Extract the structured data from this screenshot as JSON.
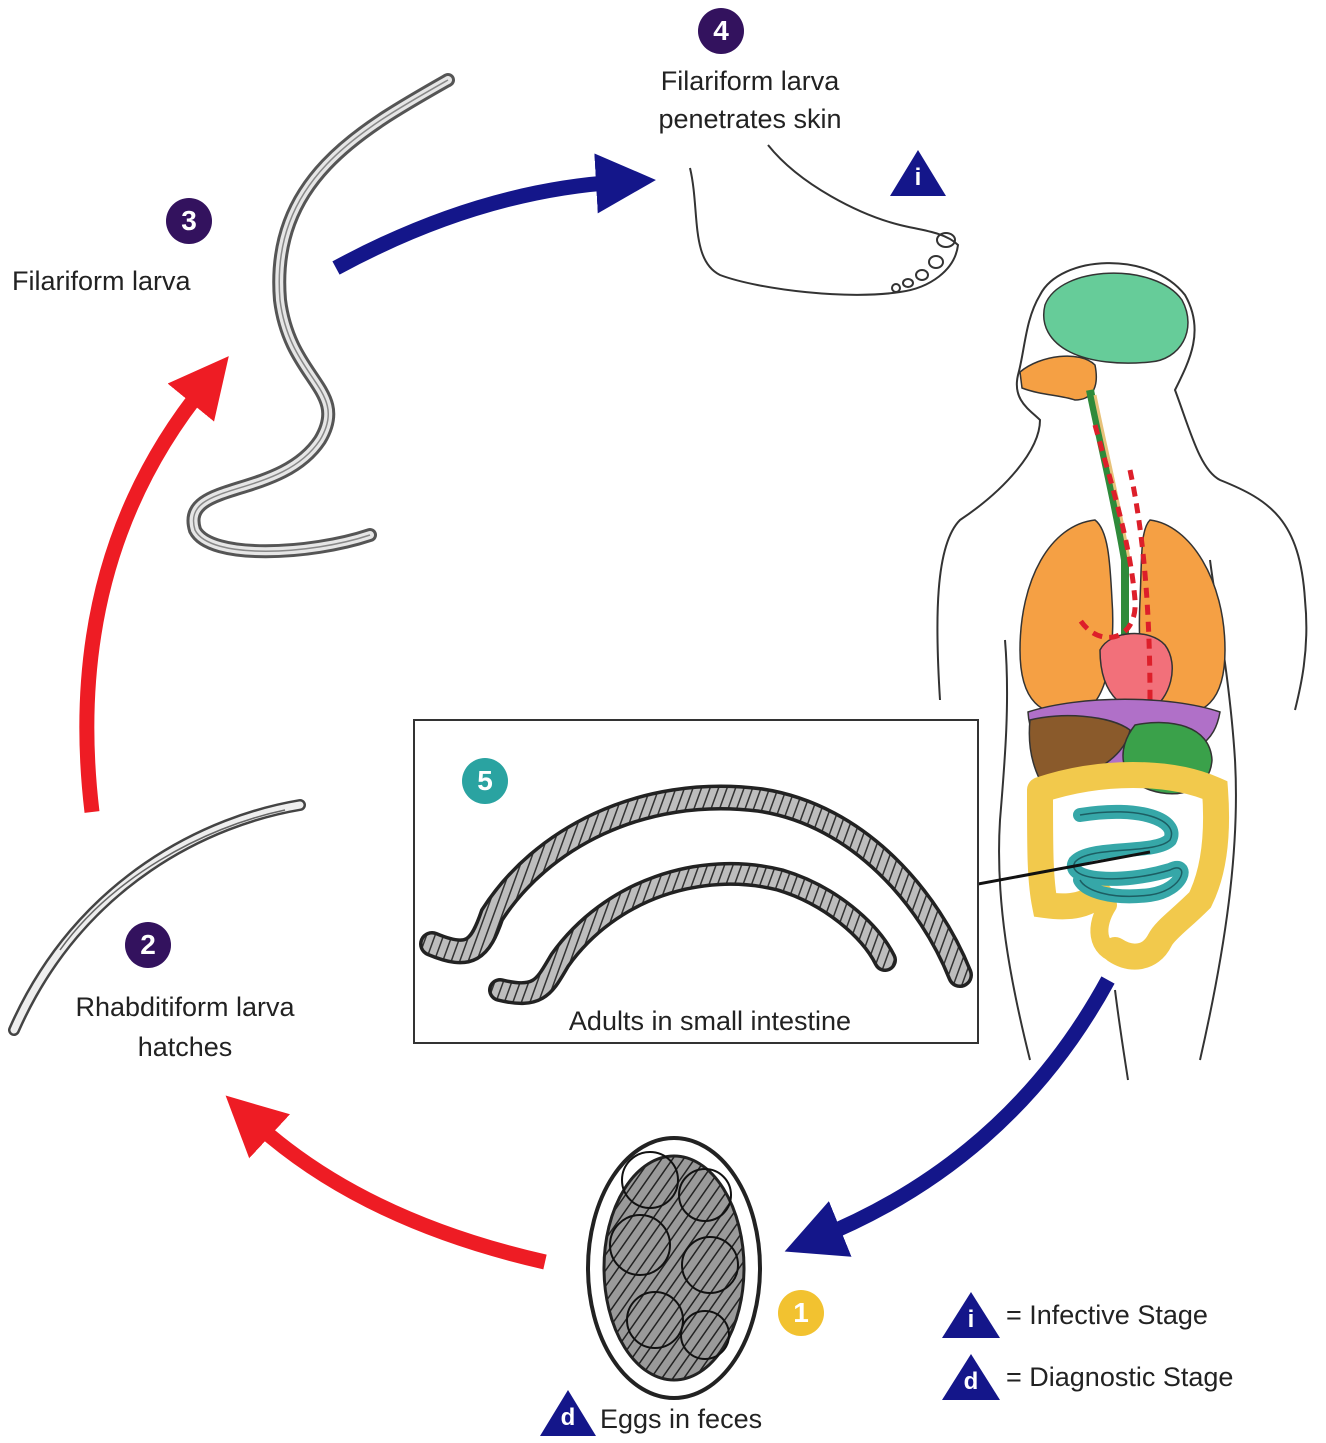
{
  "stages": {
    "s1": {
      "number": "1",
      "label": "Eggs in feces",
      "color": "#f2c230"
    },
    "s2": {
      "number": "2",
      "label_line1": "Rhabditiform larva",
      "label_line2": "hatches",
      "color": "#33125e"
    },
    "s3": {
      "number": "3",
      "label": "Filariform larva",
      "color": "#33125e"
    },
    "s4": {
      "number": "4",
      "label_line1": "Filariform larva",
      "label_line2": "penetrates skin",
      "color": "#33125e"
    },
    "s5": {
      "number": "5",
      "label": "Adults in small intestine",
      "color": "#2aa3a1"
    }
  },
  "markers": {
    "infective_letter": "i",
    "diagnostic_letter": "d",
    "triangle_color": "#14168a"
  },
  "legend": {
    "infective": "= Infective Stage",
    "diagnostic": "= Diagnostic Stage"
  },
  "arrow_colors": {
    "host": "#14168a",
    "external": "#ee1c24"
  }
}
